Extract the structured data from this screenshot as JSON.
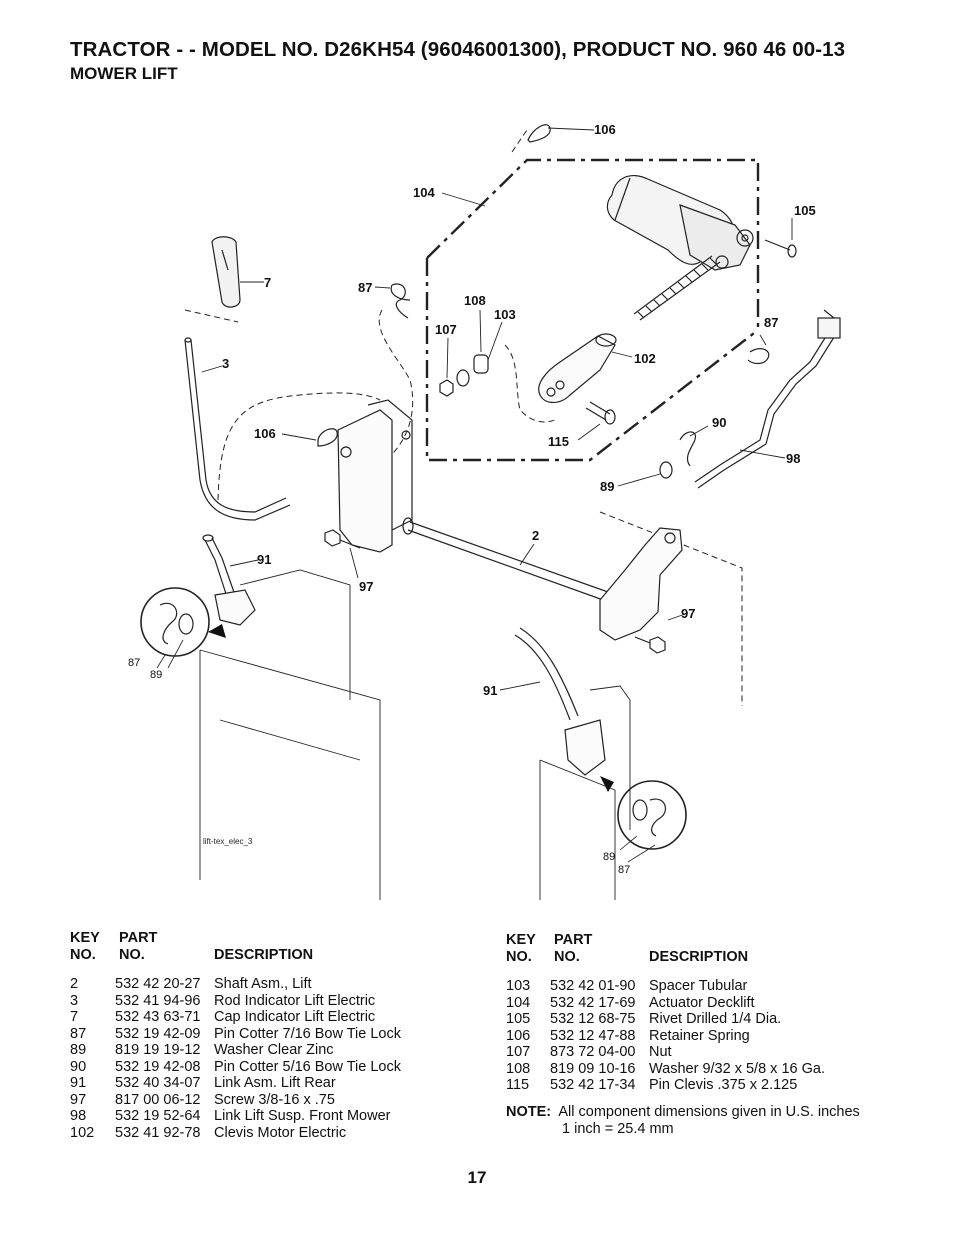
{
  "header": {
    "title": "TRACTOR - - MODEL NO. D26KH54 (96046001300), PRODUCT NO. 960 46 00-13",
    "subtitle": "MOWER LIFT"
  },
  "diagram": {
    "figure_id": "lift-tex_elec_3",
    "callouts": [
      "106",
      "104",
      "105",
      "7",
      "87",
      "108",
      "103",
      "107",
      "102",
      "3",
      "87",
      "106",
      "115",
      "90",
      "98",
      "89",
      "2",
      "91",
      "97",
      "97",
      "91",
      "87",
      "89",
      "89",
      "87"
    ]
  },
  "table_left": {
    "headers": {
      "key_line1": "KEY",
      "key_line2": "NO.",
      "part_line1": "PART",
      "part_line2": "NO.",
      "description": "DESCRIPTION"
    },
    "rows": [
      {
        "key": "2",
        "part": "532 42 20-27",
        "desc": "Shaft Asm., Lift"
      },
      {
        "key": "3",
        "part": "532 41 94-96",
        "desc": "Rod Indicator Lift Electric"
      },
      {
        "key": "7",
        "part": "532 43 63-71",
        "desc": "Cap Indicator Lift Electric"
      },
      {
        "key": "87",
        "part": "532 19 42-09",
        "desc": "Pin Cotter 7/16 Bow Tie Lock"
      },
      {
        "key": "89",
        "part": "819 19 19-12",
        "desc": "Washer Clear Zinc"
      },
      {
        "key": "90",
        "part": "532 19 42-08",
        "desc": "Pin Cotter 5/16 Bow Tie Lock"
      },
      {
        "key": "91",
        "part": "532 40 34-07",
        "desc": "Link Asm. Lift Rear"
      },
      {
        "key": "97",
        "part": "817 00 06-12",
        "desc": "Screw 3/8-16 x .75"
      },
      {
        "key": "98",
        "part": "532 19 52-64",
        "desc": "Link Lift Susp. Front Mower"
      },
      {
        "key": "102",
        "part": "532 41 92-78",
        "desc": "Clevis Motor Electric"
      }
    ]
  },
  "table_right": {
    "headers": {
      "key_line1": "KEY",
      "key_line2": "NO.",
      "part_line1": "PART",
      "part_line2": "NO.",
      "description": "DESCRIPTION"
    },
    "rows": [
      {
        "key": "103",
        "part": "532 42 01-90",
        "desc": "Spacer Tubular"
      },
      {
        "key": "104",
        "part": "532 42 17-69",
        "desc": "Actuator Decklift"
      },
      {
        "key": "105",
        "part": "532 12 68-75",
        "desc": "Rivet Drilled 1/4 Dia."
      },
      {
        "key": "106",
        "part": "532 12 47-88",
        "desc": "Retainer Spring"
      },
      {
        "key": "107",
        "part": "873 72 04-00",
        "desc": "Nut"
      },
      {
        "key": "108",
        "part": "819 09 10-16",
        "desc": "Washer 9/32 x 5/8 x 16 Ga."
      },
      {
        "key": "115",
        "part": "532 42 17-34",
        "desc": "Pin Clevis .375 x 2.125"
      }
    ]
  },
  "note": {
    "label": "NOTE:",
    "line1": "All component dimensions given in U.S. inches",
    "line2": "1 inch = 25.4 mm"
  },
  "page_number": "17"
}
